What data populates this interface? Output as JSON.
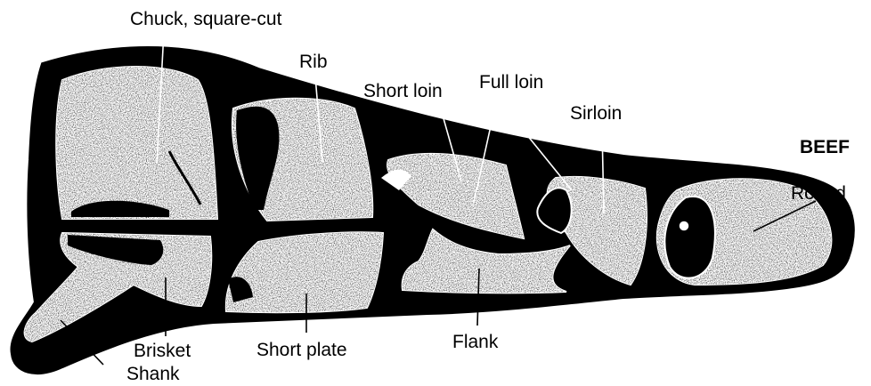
{
  "diagram": {
    "species": "BEEF",
    "cuts": {
      "chuck": "Chuck, square-cut",
      "rib": "Rib",
      "short_loin": "Short loin",
      "full_loin": "Full loin",
      "sirloin": "Sirloin",
      "round": "Round",
      "shank": "Shank",
      "brisket": "Brisket",
      "short_plate": "Short plate",
      "flank": "Flank"
    }
  }
}
